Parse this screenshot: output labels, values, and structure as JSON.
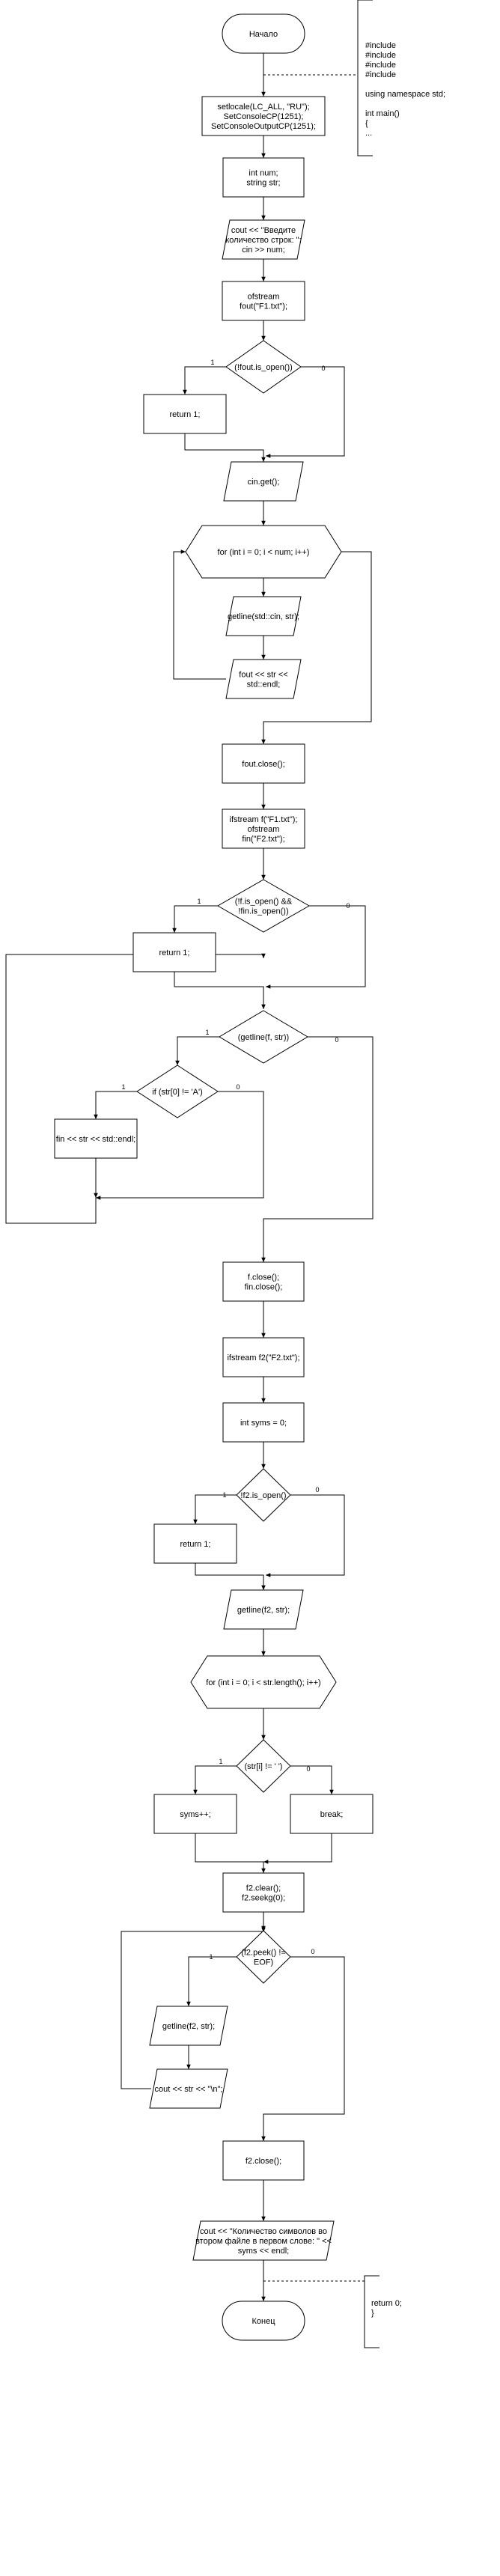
{
  "diagram": {
    "nodes": {
      "start": [
        "Начало"
      ],
      "setlocale": [
        "setlocale(LC_ALL, \"RU\");",
        "SetConsoleCP(1251);",
        "SetConsoleOutputCP(1251);"
      ],
      "decl": [
        "int num;",
        "string str;"
      ],
      "input_num": [
        "cout << \"Введите",
        "количество строк: \";",
        "cin >> num;"
      ],
      "ofstream_f1": [
        "ofstream",
        "fout(\"F1.txt\");"
      ],
      "check_fout": [
        "(!fout.is_open())"
      ],
      "return1_a": [
        "return 1;"
      ],
      "cin_get": [
        "cin.get();"
      ],
      "for_num": [
        "for (int i = 0; i < num; i++)"
      ],
      "getline_cin": [
        "getline(std::cin, str);"
      ],
      "fout_write": [
        "fout << str <<",
        "std::endl;"
      ],
      "fout_close": [
        "fout.close();"
      ],
      "open_f1_f2": [
        "ifstream f(\"F1.txt\");",
        "ofstream",
        "fin(\"F2.txt\");"
      ],
      "check_f_fin": [
        "(!f.is_open() &&",
        "!fin.is_open())"
      ],
      "return1_b": [
        "return 1;"
      ],
      "getline_f": [
        "(getline(f, str))"
      ],
      "check_A": [
        "if (str[0] != 'A')"
      ],
      "fin_write": [
        "fin << str << std::endl;"
      ],
      "close_f_fin": [
        "f.close();",
        "fin.close();"
      ],
      "open_f2": [
        "ifstream f2(\"F2.txt\");"
      ],
      "syms0": [
        "int syms = 0;"
      ],
      "check_f2": [
        "!f2.is_open()"
      ],
      "return1_c": [
        "return 1;"
      ],
      "getline_f2": [
        "getline(f2, str);"
      ],
      "for_len": [
        "for (int i = 0; i < str.length(); i++)"
      ],
      "check_space": [
        "(str[i] != ' ')"
      ],
      "syms_inc": [
        "syms++;"
      ],
      "break": [
        "break;"
      ],
      "clear_seek": [
        "f2.clear();",
        "f2.seekg(0);"
      ],
      "peek_eof": [
        "(f2.peek() !=",
        "EOF)"
      ],
      "getline_f2b": [
        "getline(f2, str);"
      ],
      "cout_str": [
        "cout << str << \"\\n\";"
      ],
      "f2_close": [
        "f2.close();"
      ],
      "cout_syms": [
        "cout << \"Количество символов во",
        "втором файле в первом слове: \" <<",
        "syms << endl;"
      ],
      "end": [
        "Конец"
      ]
    },
    "comments": {
      "includes": [
        "#include",
        "#include",
        "#include",
        "#include",
        "",
        "using namespace std;",
        "",
        "int main()",
        "{",
        "..."
      ],
      "return0": [
        "return 0;",
        "}"
      ]
    },
    "edge_labels": {
      "yes": "1",
      "no": "0"
    }
  }
}
